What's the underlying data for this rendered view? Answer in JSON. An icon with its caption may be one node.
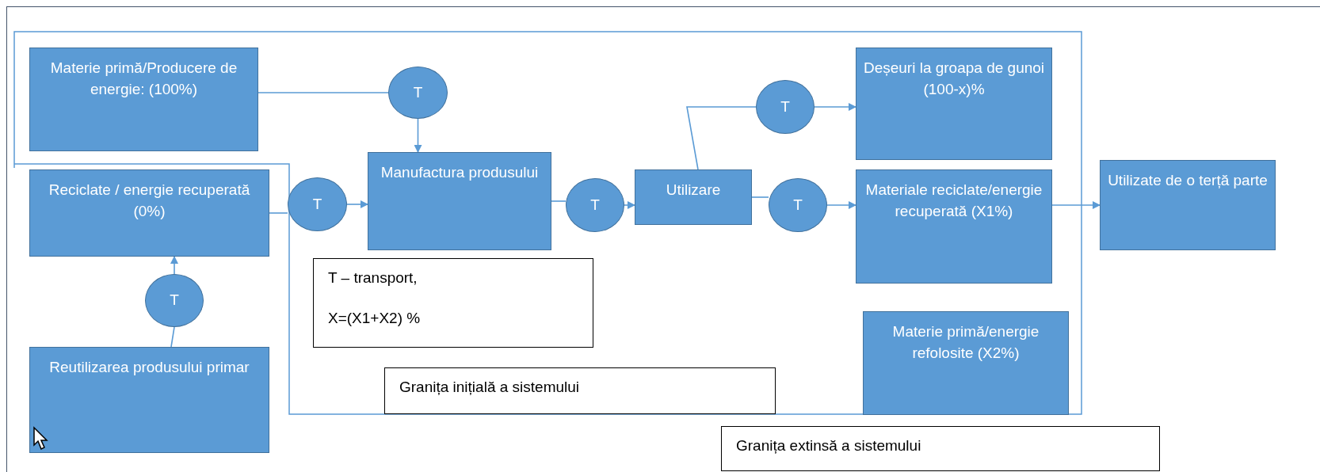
{
  "diagram": {
    "nodes": [
      {
        "text": [
          "Materie primă/Producere de energie: (100%)"
        ]
      },
      {
        "text": [
          "T"
        ]
      },
      {
        "text": [
          "Reciclate / energie recuperată (0%)"
        ]
      },
      {
        "text": [
          "T"
        ]
      },
      {
        "text": [
          "Manufactura produsului"
        ]
      },
      {
        "text": [
          "T"
        ]
      },
      {
        "text": [
          "Utilizare"
        ]
      },
      {
        "text": [
          "T"
        ]
      },
      {
        "text": [
          "Deșeuri la groapa de gunoi (100-x)%"
        ]
      },
      {
        "text": [
          "T"
        ]
      },
      {
        "text": [
          "Materiale reciclate/energie recuperată (X1%)"
        ]
      },
      {
        "text": [
          "Utilizate de o terță parte"
        ]
      },
      {
        "text": [
          "T"
        ]
      },
      {
        "text": [
          "Reutilizarea produsului primar"
        ]
      },
      {
        "text": [
          "Materie primă/energie refolosite (X2%)"
        ]
      },
      {
        "text": [
          "T – transport,",
          "X=(X1+X2) %"
        ]
      },
      {
        "text": [
          "Granița inițială a sistemului"
        ]
      },
      {
        "text": [
          "Granița extinsă a sistemului"
        ]
      }
    ],
    "edges": [
      {
        "from": 0,
        "to": 1,
        "arrow": "none"
      },
      {
        "from": 1,
        "to": 4,
        "arrow": "to"
      },
      {
        "from": 2,
        "to": 3,
        "arrow": "none"
      },
      {
        "from": 3,
        "to": 4,
        "arrow": "to"
      },
      {
        "from": 4,
        "to": 5,
        "arrow": "none"
      },
      {
        "from": 5,
        "to": 6,
        "arrow": "to"
      },
      {
        "from": 6,
        "to": 7,
        "arrow": "none"
      },
      {
        "from": 7,
        "to": 8,
        "arrow": "to"
      },
      {
        "from": 6,
        "to": 9,
        "arrow": "none"
      },
      {
        "from": 9,
        "to": 10,
        "arrow": "to"
      },
      {
        "from": 10,
        "to": 11,
        "arrow": "to"
      },
      {
        "from": 13,
        "to": 12,
        "arrow": "none"
      },
      {
        "from": 12,
        "to": 2,
        "arrow": "to"
      }
    ]
  }
}
